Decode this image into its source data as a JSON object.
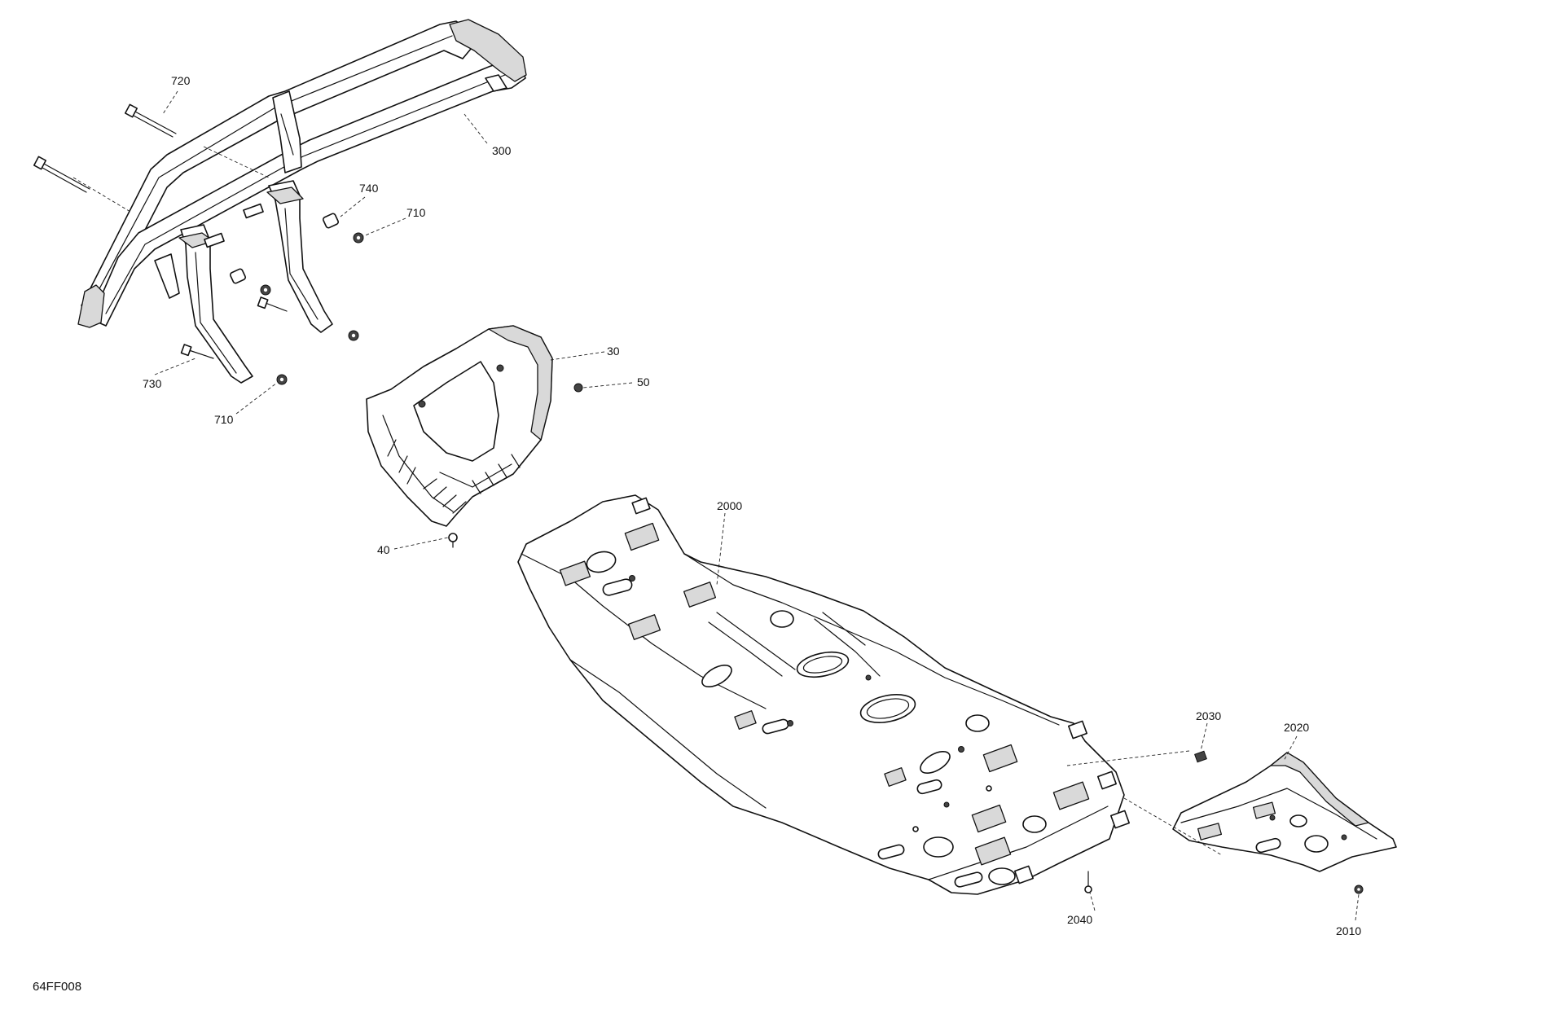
{
  "figure_code": "64FF008",
  "callouts": {
    "c720": "720",
    "c300": "300",
    "c740": "740",
    "c710a": "710",
    "c730": "730",
    "c710b": "710",
    "c30": "30",
    "c50": "50",
    "c40": "40",
    "c2000": "2000",
    "c2030": "2030",
    "c2020": "2020",
    "c2040": "2040",
    "c2010": "2010"
  }
}
